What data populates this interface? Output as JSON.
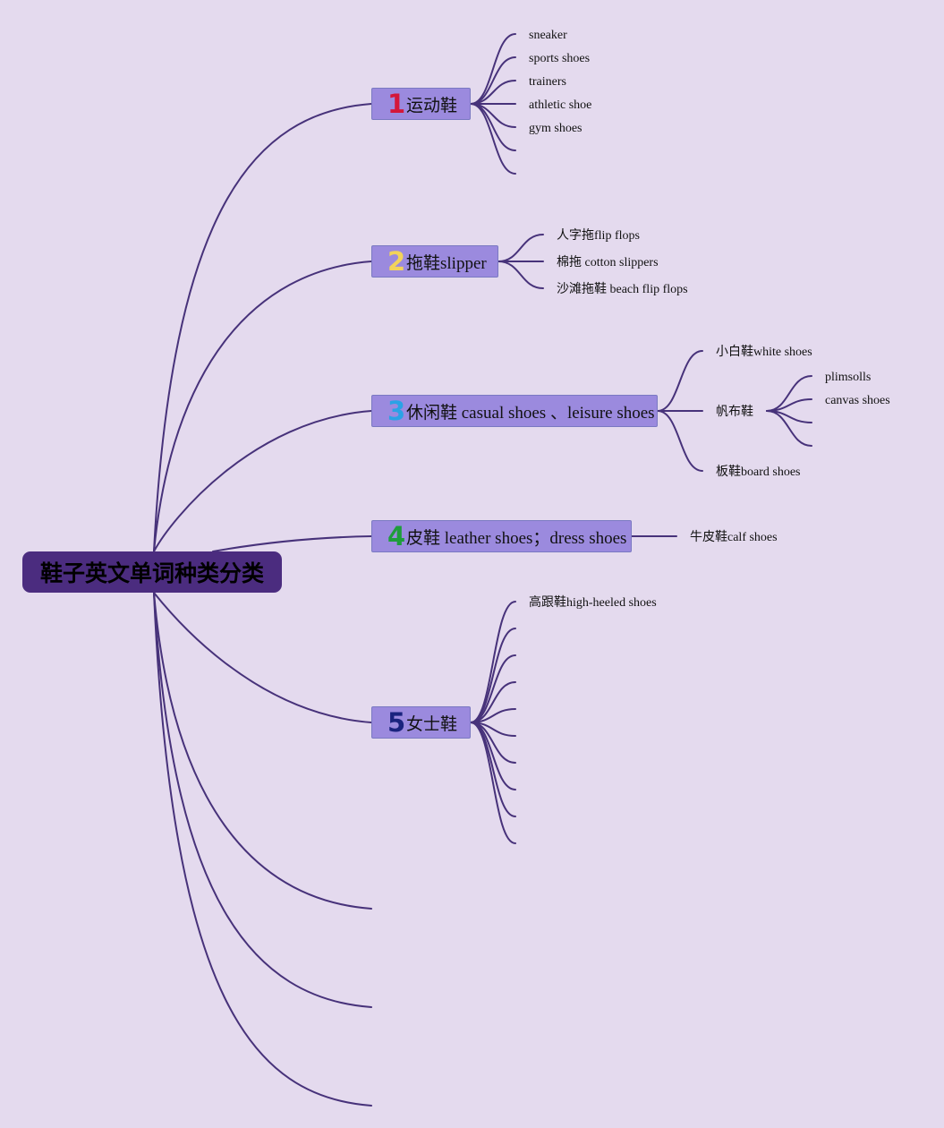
{
  "colors": {
    "background": "#e4daee",
    "root_fill": "#4b2c7f",
    "category_fill": "#9b8ade",
    "line": "#47327a"
  },
  "root": {
    "title": "鞋子英文单词种类分类"
  },
  "categories": [
    {
      "number": "1",
      "number_color": "#d4173a",
      "label": "运动鞋",
      "children": [
        "sneaker",
        "sports shoes",
        "trainers",
        "athletic shoe",
        "gym shoes",
        "",
        ""
      ]
    },
    {
      "number": "2",
      "number_color": "#f2d35b",
      "label": "拖鞋slipper",
      "children": [
        "人字拖flip flops",
        "棉拖 cotton slippers",
        "沙滩拖鞋 beach flip flops"
      ]
    },
    {
      "number": "3",
      "number_color": "#2aa2e6",
      "label": "休闲鞋 casual shoes 、leisure shoes",
      "children": [
        "小白鞋white shoes",
        "帆布鞋",
        "板鞋board shoes"
      ],
      "sub_children": [
        "plimsolls",
        "canvas shoes",
        "",
        ""
      ]
    },
    {
      "number": "4",
      "number_color": "#1e9d3c",
      "label": "皮鞋 leather shoes；dress shoes",
      "children": [
        "牛皮鞋calf shoes"
      ]
    },
    {
      "number": "5",
      "number_color": "#1a237e",
      "label": "女士鞋",
      "children": [
        "高跟鞋high-heeled shoes",
        "",
        "",
        "",
        "",
        "",
        "",
        "",
        "",
        ""
      ]
    }
  ],
  "empty_branches": 3
}
